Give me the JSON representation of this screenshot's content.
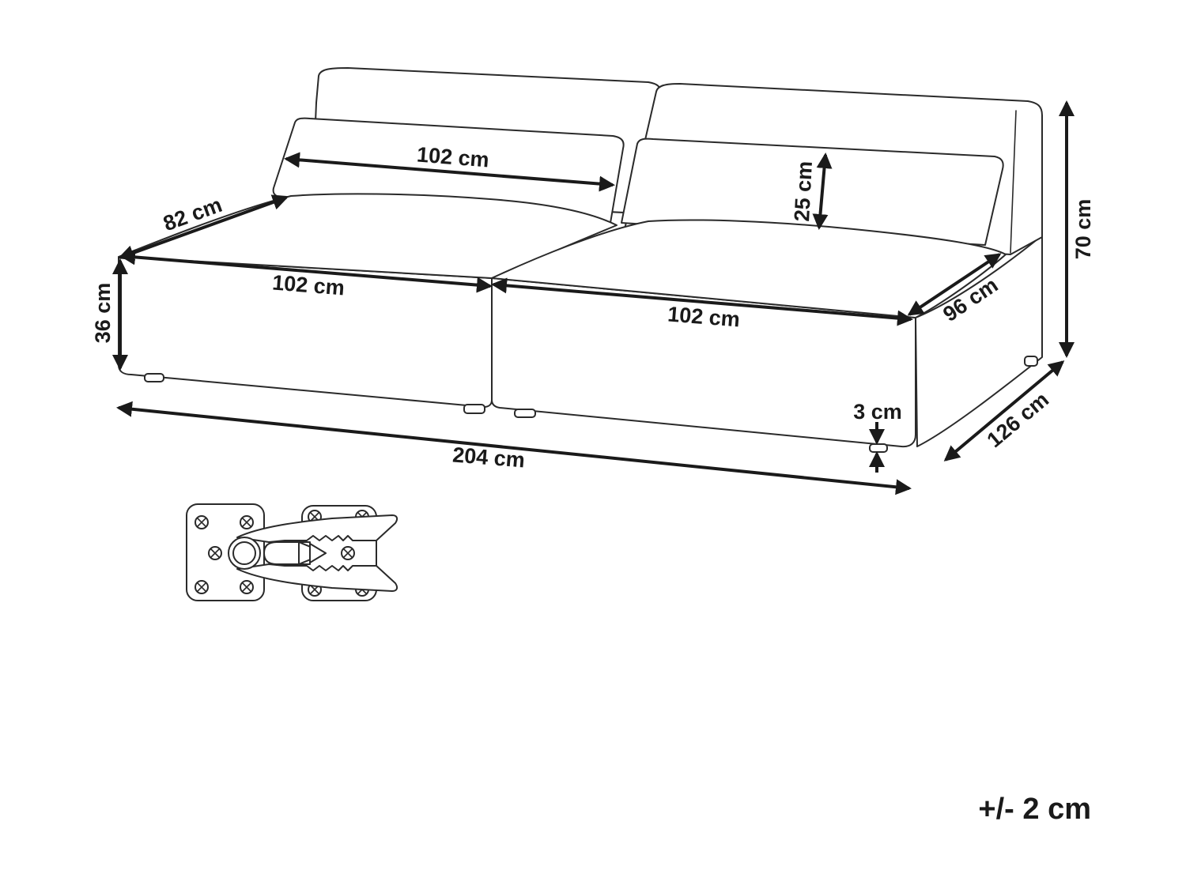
{
  "dimensions": {
    "cushion_width": "102 cm",
    "backrest_height": "25 cm",
    "seat_depth": "82 cm",
    "seat_width_left": "102 cm",
    "seat_width_right": "102 cm",
    "seat_height": "36 cm",
    "total_depth_seat": "96 cm",
    "total_height": "70 cm",
    "total_depth": "126 cm",
    "leg_height": "3 cm",
    "total_width": "204 cm"
  },
  "tolerance": "+/- 2 cm",
  "colors": {
    "line": "#2a2a2a",
    "text": "#1a1a1a",
    "background": "#ffffff"
  }
}
